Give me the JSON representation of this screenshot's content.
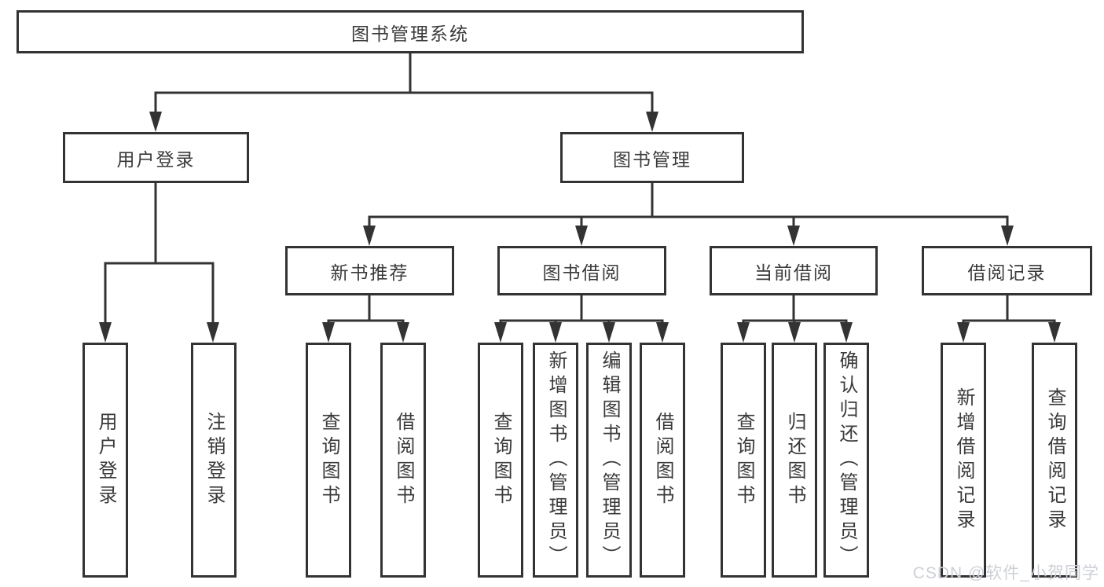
{
  "tree": {
    "root": {
      "label": "图书管理系统"
    },
    "user_login": {
      "label": "用户登录",
      "children": [
        {
          "label": "用户登录"
        },
        {
          "label": "注销登录"
        }
      ]
    },
    "book_management": {
      "label": "图书管理",
      "sections": [
        {
          "label": "新书推荐",
          "children": [
            {
              "label": "查询图书"
            },
            {
              "label": "借阅图书"
            }
          ]
        },
        {
          "label": "图书借阅",
          "children": [
            {
              "label": "查询图书"
            },
            {
              "label": "新增图书（管理员）"
            },
            {
              "label": "编辑图书（管理员）"
            },
            {
              "label": "借阅图书"
            }
          ]
        },
        {
          "label": "当前借阅",
          "children": [
            {
              "label": "查询图书"
            },
            {
              "label": "归还图书"
            },
            {
              "label": "确认归还（管理员）"
            }
          ]
        },
        {
          "label": "借阅记录",
          "children": [
            {
              "label": "新增借阅记录"
            },
            {
              "label": "查询借阅记录"
            }
          ]
        }
      ]
    }
  },
  "watermark": {
    "text": "CSDN @软件_小贺同学"
  },
  "colors": {
    "line": "#333333",
    "box_border": "#333333",
    "text": "#3a3a3a",
    "watermark": "#cdd0d6",
    "background": "#ffffff"
  }
}
